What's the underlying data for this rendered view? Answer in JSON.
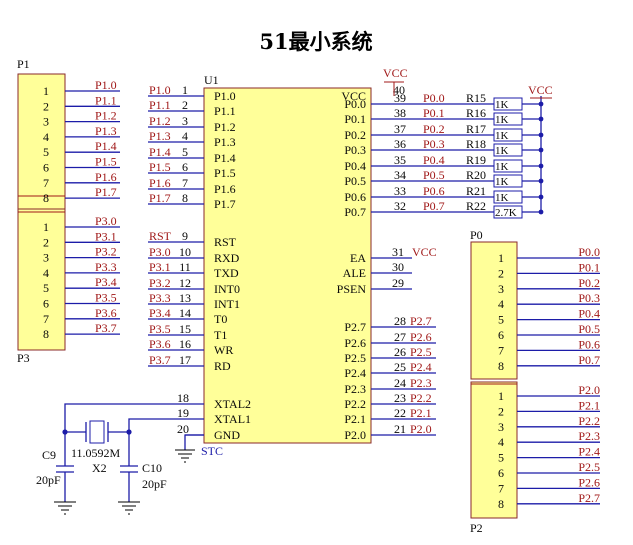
{
  "title": "51最小系统",
  "p1": {
    "ref": "P1",
    "pins": [
      "1",
      "2",
      "3",
      "4",
      "5",
      "6",
      "7",
      "8"
    ],
    "nets": [
      "P1.0",
      "P1.1",
      "P1.2",
      "P1.3",
      "P1.4",
      "P1.5",
      "P1.6",
      "P1.7"
    ]
  },
  "p3": {
    "ref": "P3",
    "pins": [
      "1",
      "2",
      "3",
      "4",
      "5",
      "6",
      "7",
      "8"
    ],
    "nets": [
      "P3.0",
      "P3.1",
      "P3.2",
      "P3.3",
      "P3.4",
      "P3.5",
      "P3.6",
      "P3.7"
    ]
  },
  "p0": {
    "ref": "P0",
    "pins": [
      "1",
      "2",
      "3",
      "4",
      "5",
      "6",
      "7",
      "8"
    ],
    "nets": [
      "P0.0",
      "P0.1",
      "P0.2",
      "P0.3",
      "P0.4",
      "P0.5",
      "P0.6",
      "P0.7"
    ]
  },
  "p2": {
    "ref": "P2",
    "pins": [
      "1",
      "2",
      "3",
      "4",
      "5",
      "6",
      "7",
      "8"
    ],
    "nets": [
      "P2.0",
      "P2.1",
      "P2.2",
      "P2.3",
      "P2.4",
      "P2.5",
      "P2.6",
      "P2.7"
    ]
  },
  "u1": {
    "ref": "U1",
    "left_nets": [
      "P1.0",
      "P1.1",
      "P1.2",
      "P1.3",
      "P1.4",
      "P1.5",
      "P1.6",
      "P1.7",
      "RST",
      "P3.0",
      "P3.1",
      "P3.2",
      "P3.3",
      "P3.4",
      "P3.5",
      "P3.6",
      "P3.7"
    ],
    "left_pins": [
      "1",
      "2",
      "3",
      "4",
      "5",
      "6",
      "7",
      "8",
      "9",
      "10",
      "11",
      "12",
      "13",
      "14",
      "15",
      "16",
      "17"
    ],
    "left_names": [
      "P1.0",
      "P1.1",
      "P1.2",
      "P1.3",
      "P1.4",
      "P1.5",
      "P1.6",
      "P1.7",
      "RST",
      "RXD",
      "TXD",
      "INT0",
      "INT1",
      "T0",
      "T1",
      "WR",
      "RD"
    ],
    "bottom_pins": [
      "18",
      "19",
      "20"
    ],
    "bottom_names": [
      "XTAL2",
      "XTAL1",
      "GND"
    ],
    "right_top_pins": [
      "40",
      "39",
      "38",
      "37",
      "36",
      "35",
      "34",
      "33",
      "32"
    ],
    "right_top_names": [
      "VCC",
      "P0.0",
      "P0.1",
      "P0.2",
      "P0.3",
      "P0.4",
      "P0.5",
      "P0.6",
      "P0.7"
    ],
    "right_top_nets": [
      "P0.0",
      "P0.1",
      "P0.2",
      "P0.3",
      "P0.4",
      "P0.5",
      "P0.6",
      "P0.7"
    ],
    "right_mid_pins": [
      "31",
      "30",
      "29"
    ],
    "right_mid_names": [
      "EA",
      "ALE",
      "PSEN"
    ],
    "ea_net": "VCC",
    "right_bot_pins": [
      "28",
      "27",
      "26",
      "25",
      "24",
      "23",
      "22",
      "21"
    ],
    "right_bot_names": [
      "P2.7",
      "P2.6",
      "P2.5",
      "P2.4",
      "P2.3",
      "P2.2",
      "P2.1",
      "P2.0"
    ],
    "right_bot_nets": [
      "P2.7",
      "P2.6",
      "P2.5",
      "P2.4",
      "P2.3",
      "P2.2",
      "P2.1",
      "P2.0"
    ]
  },
  "resistors": {
    "refs": [
      "R15",
      "R16",
      "R17",
      "R18",
      "R19",
      "R20",
      "R21",
      "R22"
    ],
    "values": [
      "1K",
      "1K",
      "1K",
      "1K",
      "1K",
      "1K",
      "1K",
      "2.7K"
    ]
  },
  "power": {
    "vcc_top": "VCC",
    "vcc_right": "VCC",
    "gnd_label": "STC"
  },
  "crystal": {
    "c9_ref": "C9",
    "c9_val": "20pF",
    "x2_ref": "X2",
    "x2_val": "11.0592M",
    "c10_ref": "C10",
    "c10_val": "20pF"
  }
}
